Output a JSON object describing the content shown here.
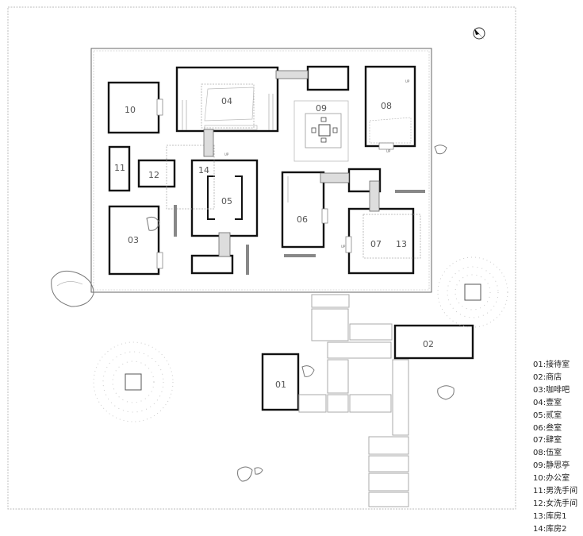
{
  "rooms": {
    "r01": "01",
    "r02": "02",
    "r03": "03",
    "r04": "04",
    "r05": "05",
    "r06": "06",
    "r07": "07",
    "r08": "08",
    "r09": "09",
    "r10": "10",
    "r11": "11",
    "r12": "12",
    "r13": "13",
    "r14": "14"
  },
  "legend": [
    "01:接待室",
    "02:商店",
    "03:咖啡吧",
    "04:壹室",
    "05:贰室",
    "06:叁室",
    "07:肆室",
    "08:伍室",
    "09:静思亭",
    "10:办公室",
    "11:男洗手间",
    "12:女洗手间",
    "13:库房1",
    "14:库房2"
  ],
  "up_mark": "UP",
  "icons": {
    "compass": "north-arrow-icon"
  },
  "colors": {
    "wall": "#111111",
    "thin": "#999999",
    "dash": "#aaaaaa"
  }
}
